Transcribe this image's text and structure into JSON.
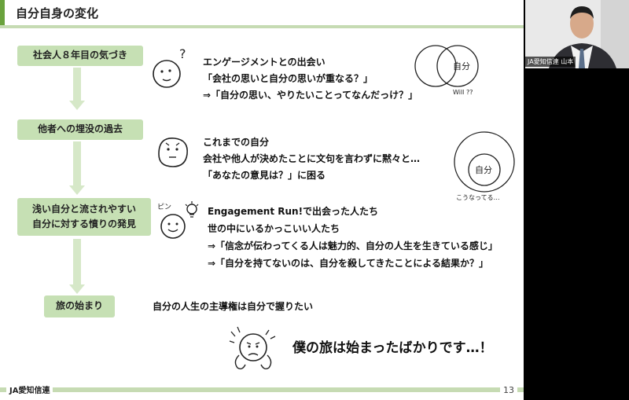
{
  "slide": {
    "title": "自分自身の変化",
    "footer_org": "JA愛知信連",
    "page_number": "13",
    "steps": [
      {
        "label": "社会人８年目の気づき"
      },
      {
        "label": "他者への埋没の過去"
      },
      {
        "label_line1": "浅い自分と流されやすい",
        "label_line2": "自分に対する憤りの発見"
      },
      {
        "label": "旅の始まり"
      }
    ],
    "sections": {
      "s1": [
        "エンゲージメントとの出会い",
        "「会社の思いと自分の思いが重なる？」",
        "⇒「自分の思い、やりたいことってなんだっけ？」"
      ],
      "s2": [
        "これまでの自分",
        "会社や他人が決めたことに文句を言わずに黙々と…",
        "「あなたの意見は？」に困る"
      ],
      "s3": [
        "Engagement Run!で出会った人たち",
        "世の中にいるかっこいい人たち",
        "⇒「信念が伝わってくる人は魅力的、自分の人生を生きている感じ」",
        "⇒「自分を持てないのは、自分を殺してきたことによる結果か？」"
      ],
      "s4": "自分の人生の主導権は自分で握りたい",
      "closing": "僕の旅は始まったばかりです…！"
    },
    "diagram1": {
      "label": "自分",
      "note": "Will ??"
    },
    "diagram2": {
      "label": "自分",
      "note": "こうなってる…"
    },
    "doodle_text": "ピン"
  },
  "video": {
    "label": "JA愛知信連 山本"
  }
}
